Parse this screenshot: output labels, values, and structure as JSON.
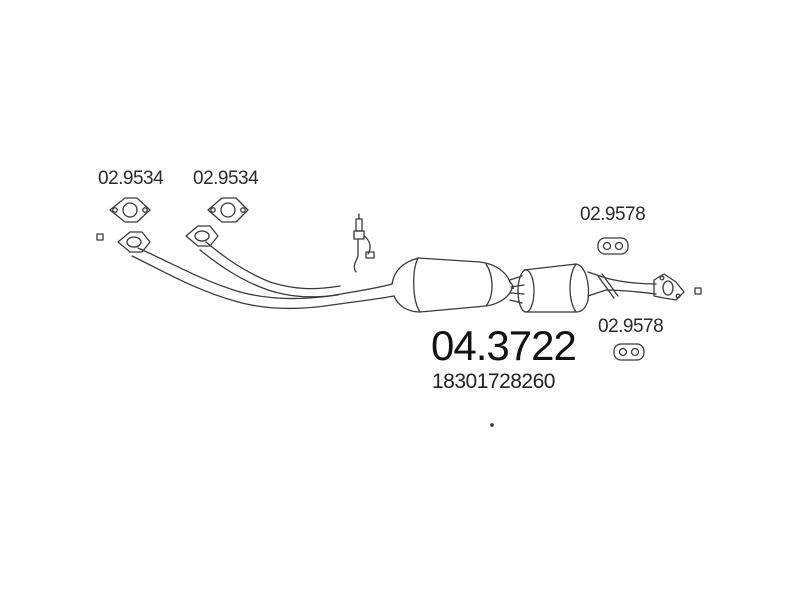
{
  "diagram": {
    "main_part_number": "04.3722",
    "oem_number": "18301728260",
    "parts": [
      {
        "code": "02.9534",
        "item": "flange-gasket"
      },
      {
        "code": "02.9534",
        "item": "flange-gasket"
      },
      {
        "code": "02.9578",
        "item": "rubber-hanger"
      },
      {
        "code": "02.9578",
        "item": "rubber-hanger"
      }
    ]
  },
  "colors": {
    "line": "#3a3a3a",
    "text": "#222222",
    "background": "#ffffff"
  }
}
